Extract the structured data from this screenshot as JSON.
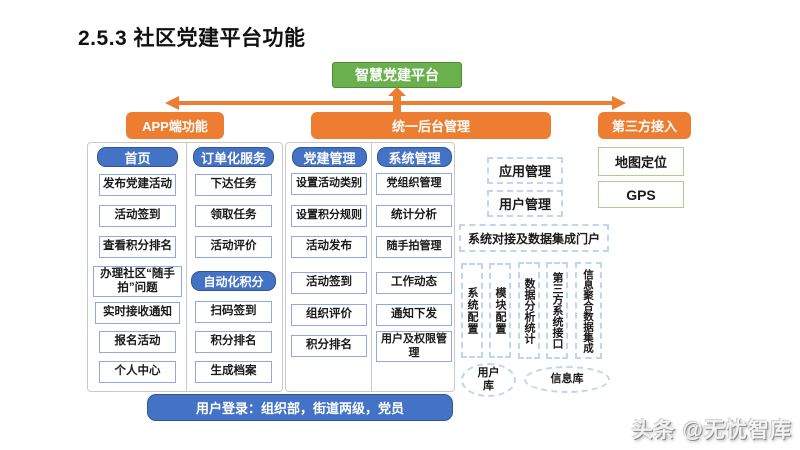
{
  "page": {
    "title": "2.5.3 社区党建平台功能",
    "watermark": "头条 @无忧智库"
  },
  "platform": {
    "label": "智慧党建平台"
  },
  "branches": {
    "app": "APP端功能",
    "backend": "统一后台管理",
    "third_party": "第三方接入"
  },
  "app_section": {
    "home": {
      "header": "首页",
      "items": [
        "发布党建活动",
        "活动签到",
        "查看积分排名",
        "办理社区“随手拍”问题",
        "实时接收通知",
        "报名活动",
        "个人中心"
      ]
    },
    "order_service": {
      "header": "订单化服务",
      "items": [
        "下达任务",
        "领取任务",
        "活动评价"
      ],
      "auto_points": {
        "header": "自动化积分",
        "items": [
          "扫码签到",
          "积分排名",
          "生成档案"
        ]
      }
    }
  },
  "backend_section": {
    "party_mgmt": {
      "header": "党建管理",
      "items": [
        "设置活动类别",
        "设置积分规则",
        "活动发布",
        "活动签到",
        "组织评价",
        "积分排名"
      ]
    },
    "system_mgmt": {
      "header": "系统管理",
      "items": [
        "党组织管理",
        "统计分析",
        "随手拍管理",
        "工作动态",
        "通知下发",
        "用户及权限管理"
      ]
    }
  },
  "integration": {
    "app_mgmt": "应用管理",
    "user_mgmt": "用户管理",
    "portal": "系统对接及数据集成门户",
    "modules": [
      "系统配置",
      "模块配置",
      "数据分析统计",
      "第三方系统接口",
      "信息聚合数据集成"
    ],
    "databases": [
      "用户库",
      "信息库"
    ]
  },
  "third_party_section": {
    "items": [
      "地图定位",
      "GPS"
    ]
  },
  "login_bar": "用户登录：组织部，街道两级，党员",
  "colors": {
    "orange": "#ED7D31",
    "blue": "#4472C4",
    "green": "#6AB04C",
    "dashed_border": "#BDD7EE",
    "green_border": "#A9D18E"
  }
}
